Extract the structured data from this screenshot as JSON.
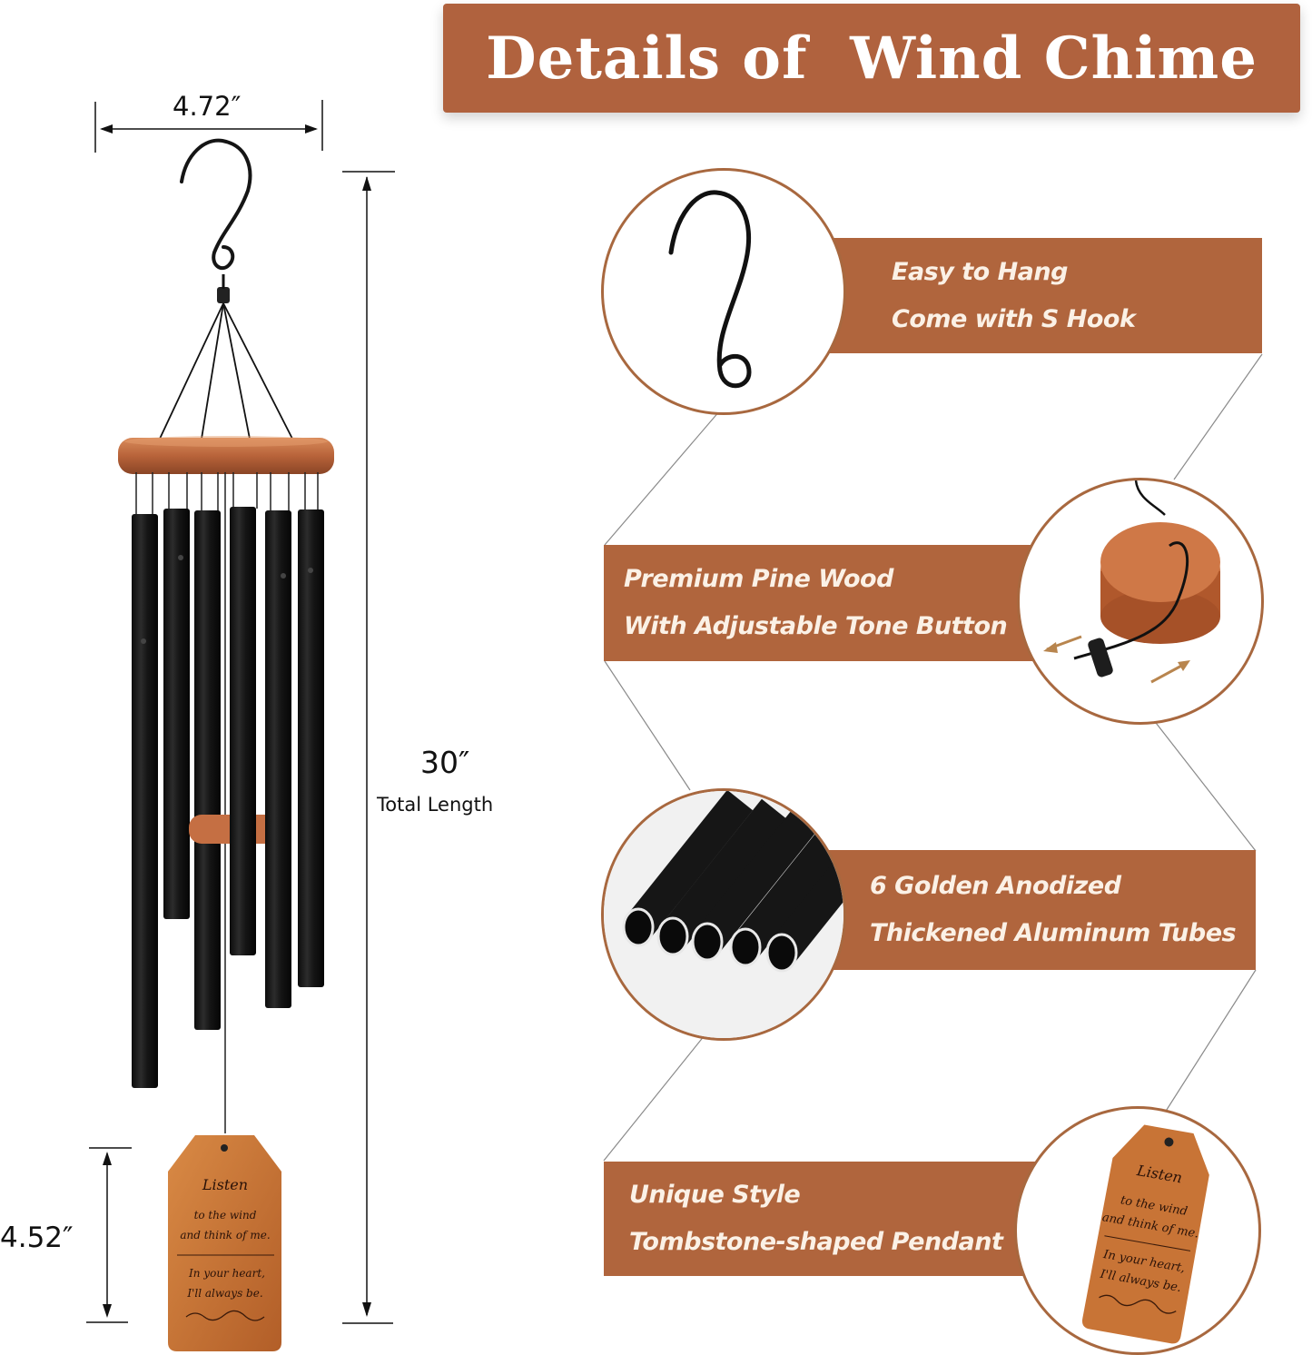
{
  "header": {
    "title": "Details of  Wind Chime"
  },
  "dimensions": {
    "width": "4.72″",
    "total_length_value": "30″",
    "total_length_label": "Total Length",
    "pendant_height": "4.52″"
  },
  "features": [
    {
      "line1": "Easy to Hang",
      "line2": "Come with S Hook",
      "image": "s-hook"
    },
    {
      "line1": "Premium Pine Wood",
      "line2": "With Adjustable Tone Button",
      "image": "wood-striker"
    },
    {
      "line1": "6 Golden Anodized",
      "line2": "Thickened Aluminum Tubes",
      "image": "aluminum-tubes"
    },
    {
      "line1": "Unique Style",
      "line2": "Tombstone-shaped Pendant",
      "image": "pendant"
    }
  ],
  "pendant": {
    "line1": "Listen",
    "line2": "to the wind",
    "line3": "and think of me.",
    "line4": "In your heart,",
    "line5": "I'll always be."
  },
  "colors": {
    "accent": "#b0623e",
    "banner": "#b0653d",
    "wood": "#c8703a",
    "tube": "#1a1a1a"
  }
}
